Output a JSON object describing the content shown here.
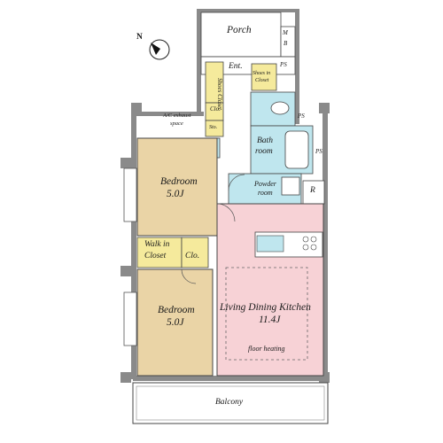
{
  "compass": {
    "label": "N"
  },
  "rooms": {
    "porch": "Porch",
    "mb": [
      "M",
      "B"
    ],
    "ps": [
      "PS",
      "PS",
      "PS"
    ],
    "entrance": "Ent.",
    "shoes_closet_left": "Shoes Closet",
    "shoes_in_closet": [
      "Shoes in",
      "Closet"
    ],
    "closet_small": "Clo.",
    "storage": "Sto.",
    "ac_exhaust": [
      "A/C exhaust",
      "space"
    ],
    "bathroom": [
      "Bath",
      "room"
    ],
    "powder_room": [
      "Powder",
      "room"
    ],
    "refrigerator": "R",
    "bedroom1": [
      "Bedroom",
      "5.0J"
    ],
    "walk_in_closet": [
      "Walk in",
      "Closet"
    ],
    "closet_mid": "Clo.",
    "bedroom2": [
      "Bedroom",
      "5.0J"
    ],
    "ldk": [
      "Living Dining Kitchen",
      "11.4J"
    ],
    "floor_heating": "floor heating",
    "balcony": "Balcony"
  },
  "colors": {
    "wall": "#8a8a8a",
    "bedroom": "#ead4a6",
    "ldk": "#f7d2d6",
    "bath": "#bfe6ee",
    "closet": "#f5ea9c",
    "line": "#333333"
  }
}
